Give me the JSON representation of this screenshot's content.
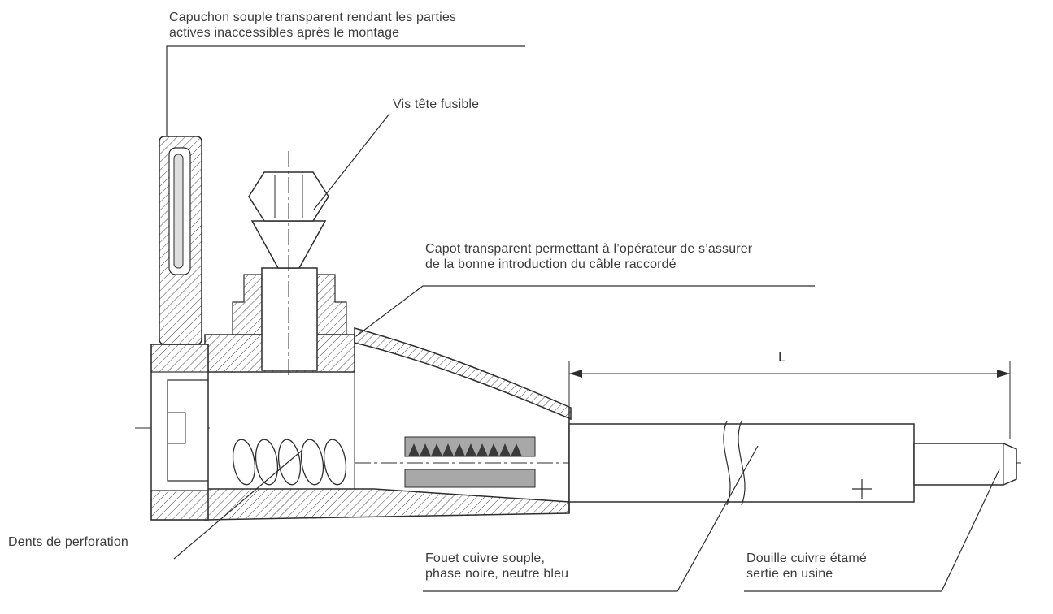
{
  "page": {
    "background": "#ffffff"
  },
  "colors": {
    "line": "#2d2d2d",
    "text": "#3c3c3c",
    "grip_fill": "#a8a8a8"
  },
  "labels": {
    "capuchon_line1": "Capuchon souple transparent rendant les parties",
    "capuchon_line2": "actives inaccessibles après le montage",
    "vis": "Vis tête fusible",
    "capot_line1": "Capot transparent permettant à l’opérateur de s’assurer",
    "capot_line2": "de la bonne introduction du câble raccordé",
    "dimension_length": "L",
    "dents": "Dents de perforation",
    "fouet_line1": "Fouet cuivre souple,",
    "fouet_line2": "phase noire, neutre bleu",
    "douille_line1": "Douille cuivre étamé",
    "douille_line2": "sertie en usine"
  }
}
